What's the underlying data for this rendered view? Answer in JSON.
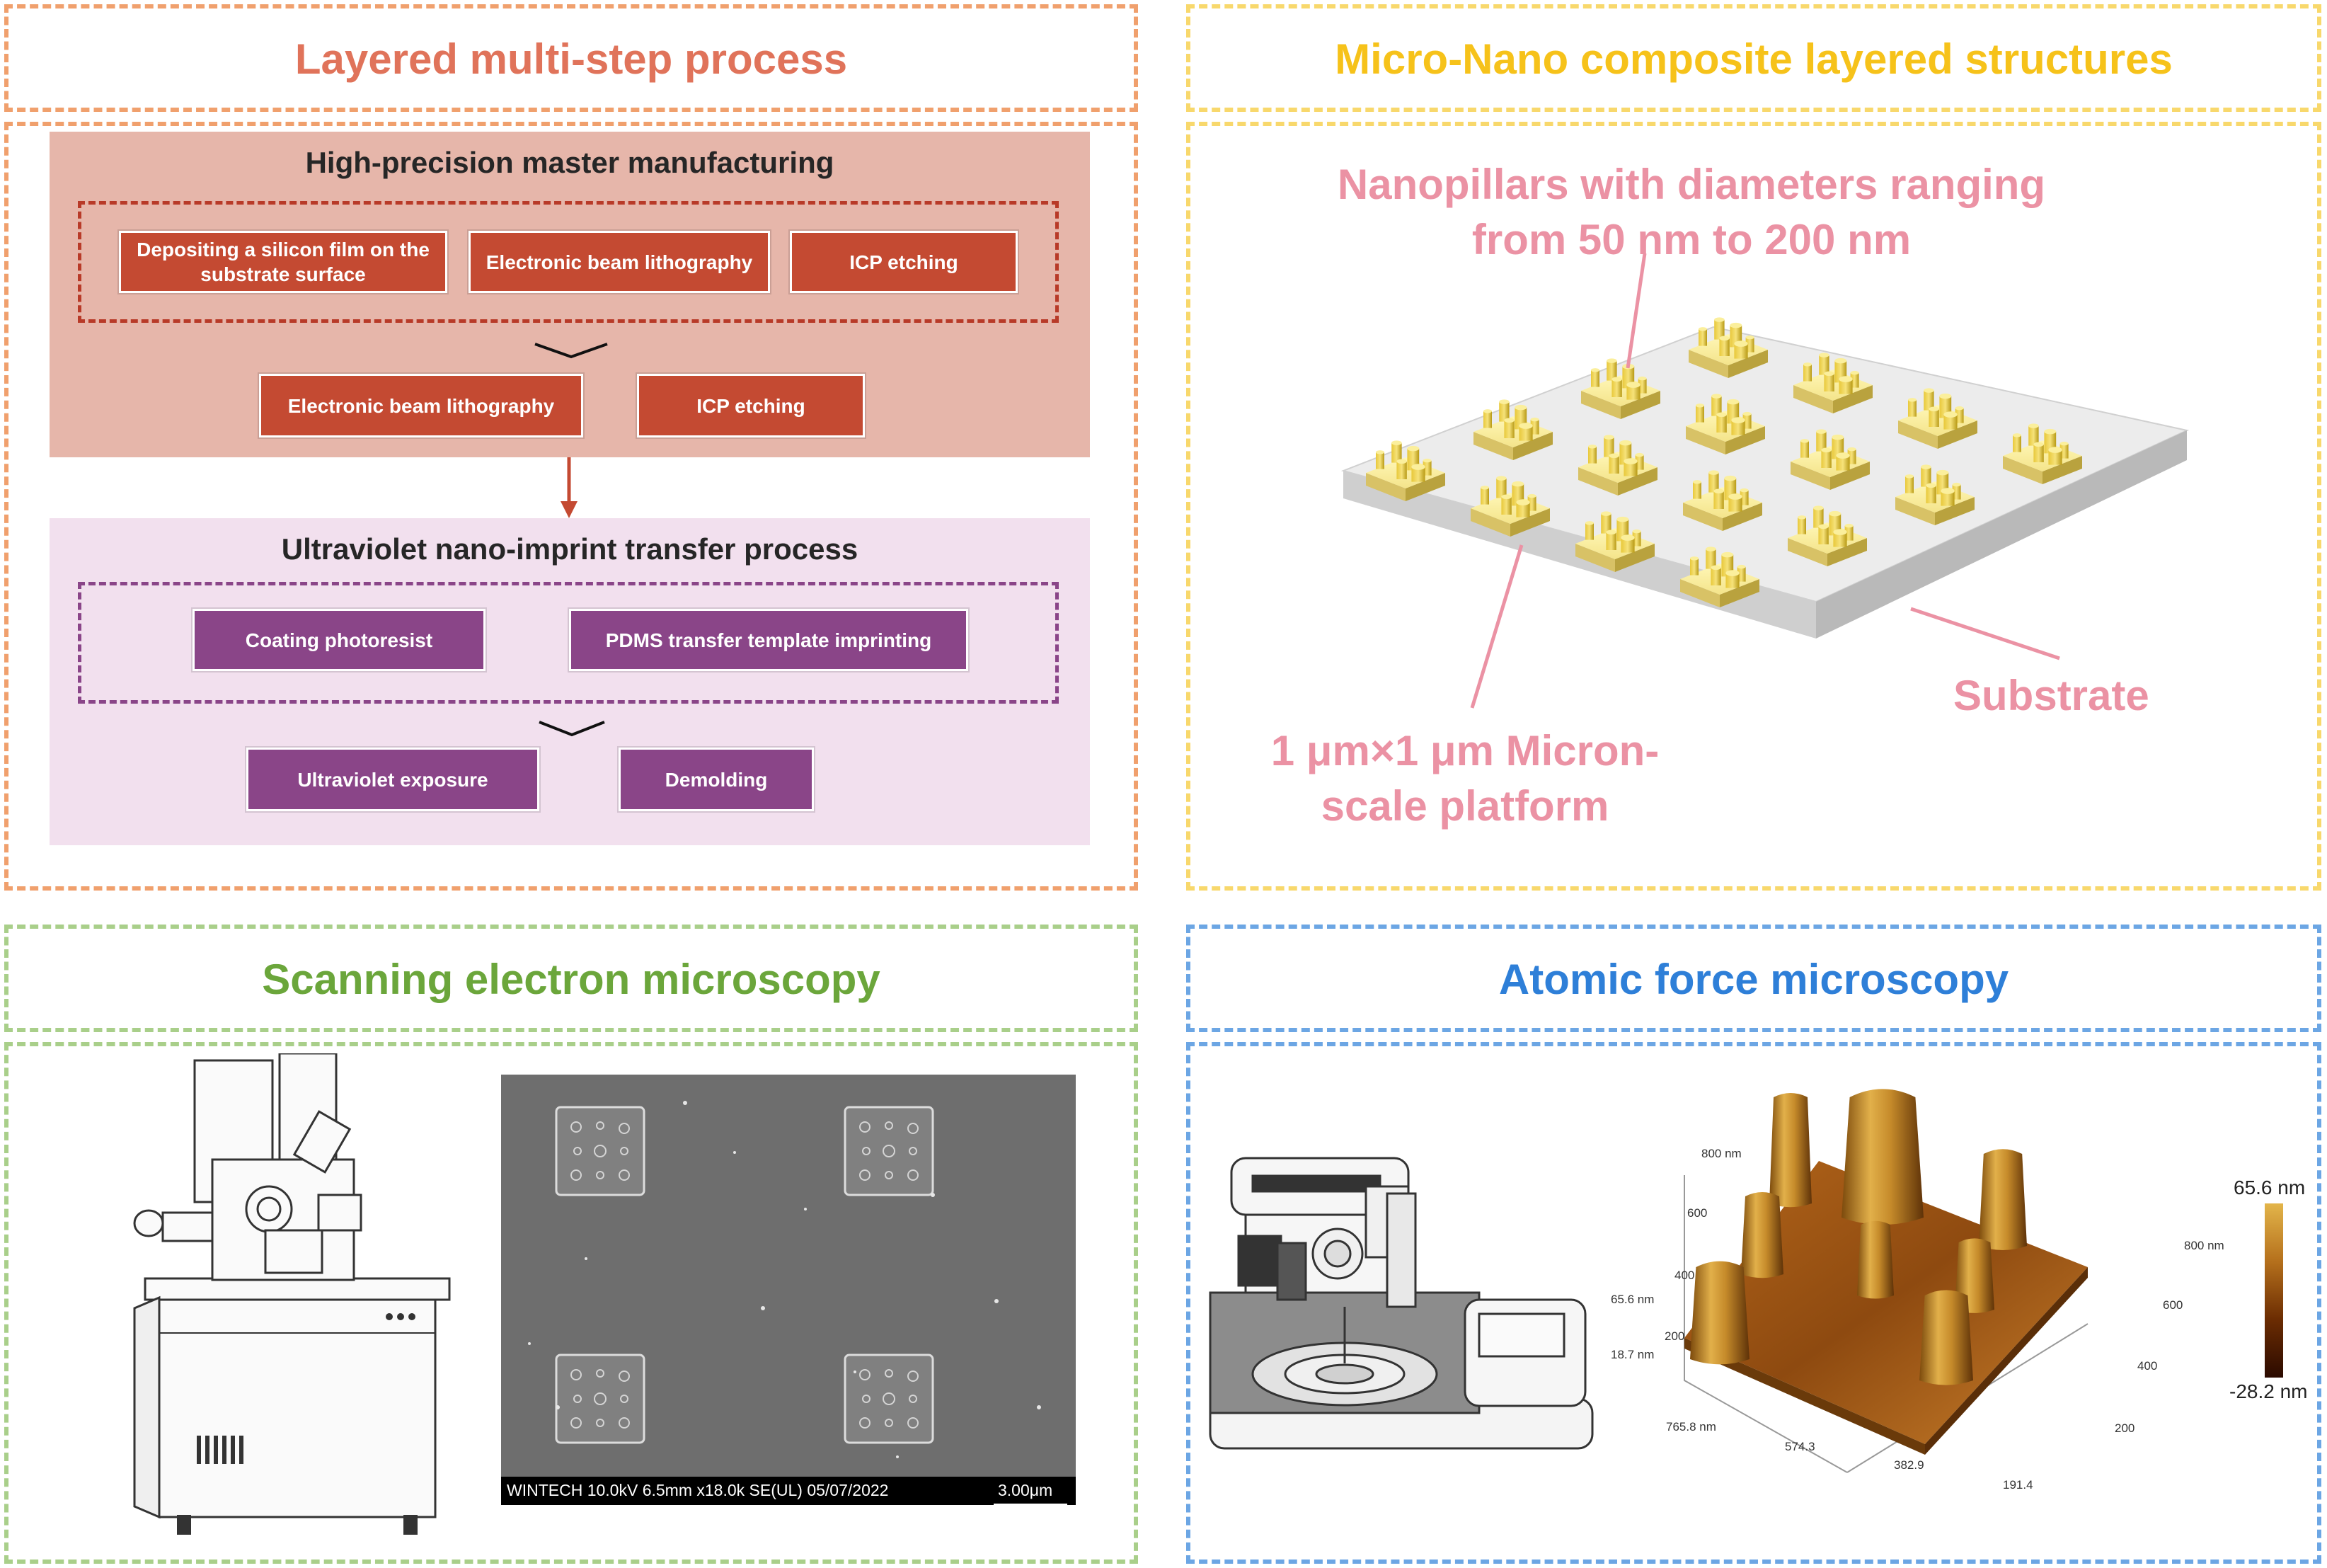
{
  "colors": {
    "orange": "#f0a06d",
    "yellow": "#f8d86c",
    "green": "#a9cf8a",
    "blue": "#6ca6e4",
    "title_orange": "#e0735a",
    "title_yellow": "#f6c21a",
    "title_green": "#6ba63b",
    "title_blue": "#2e7fd8",
    "red_box": "#c44a32",
    "purple_box": "#8a4588",
    "pink": "#eb92a4"
  },
  "panels": {
    "process": {
      "title": "Layered multi-step process",
      "master": {
        "heading": "High-precision master manufacturing",
        "row1": [
          "Depositing a silicon film on the substrate surface",
          "Electronic beam lithography",
          "ICP etching"
        ],
        "row2": [
          "Electronic beam lithography",
          "ICP etching"
        ]
      },
      "imprint": {
        "heading": "Ultraviolet nano-imprint transfer process",
        "row1": [
          "Coating photoresist",
          "PDMS transfer template imprinting"
        ],
        "row2": [
          "Ultraviolet exposure",
          "Demolding"
        ]
      }
    },
    "structure": {
      "title": "Micro-Nano composite layered structures",
      "nanopillar_label": "Nanopillars with diameters ranging from 50 nm to 200 nm",
      "substrate_label": "Substrate",
      "platform_label": "1 μm×1 μm Micron-scale platform"
    },
    "sem": {
      "title": "Scanning electron microscopy",
      "info_bar": "WINTECH 10.0kV 6.5mm x18.0k SE(UL) 05/07/2022",
      "scale": "3.00μm"
    },
    "afm": {
      "title": "Atomic force microscopy",
      "z_ticks": [
        "65.6 nm",
        "18.7 nm"
      ],
      "y_ticks": [
        "800 nm",
        "600",
        "400",
        "200"
      ],
      "x_ticks": [
        "765.8 nm",
        "574.3",
        "382.9",
        "191.4"
      ],
      "r_ticks": [
        "800 nm",
        "600",
        "400",
        "200"
      ],
      "colorbar_max": "65.6 nm",
      "colorbar_min": "-28.2 nm"
    }
  }
}
